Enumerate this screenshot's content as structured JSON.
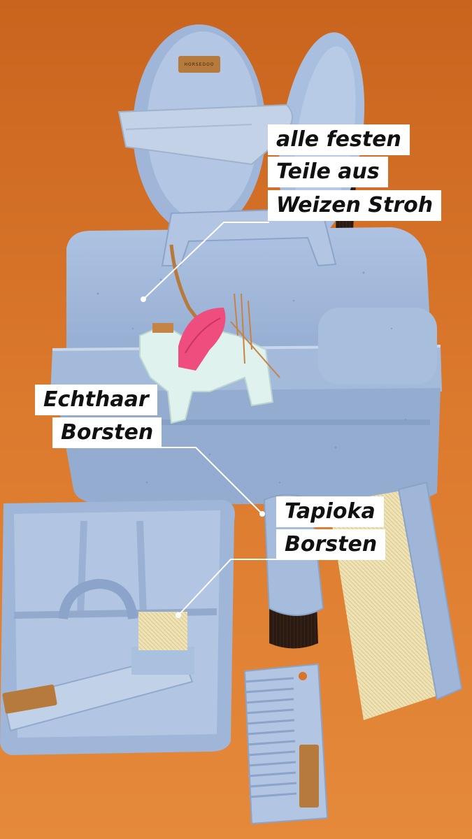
{
  "photo": {
    "colors": {
      "background": "#d9732a",
      "box": "#9fb6d8",
      "box_shadow": "#7f99c0",
      "natural_bristles": "#efe2b4",
      "dark_bristles": "#2a1a12",
      "leather": "#b67a3c",
      "unicorn_body": "#dff2ee",
      "unicorn_wing": "#ef4d7d"
    },
    "callouts": {
      "straw_parts": [
        "alle festen",
        "Teile aus",
        "Weizen Stroh"
      ],
      "real_hair": [
        "Echthaar",
        "Borsten"
      ],
      "tapioca": [
        "Tapioka",
        "Borsten"
      ]
    },
    "brand_text": "HORSEDOO"
  }
}
